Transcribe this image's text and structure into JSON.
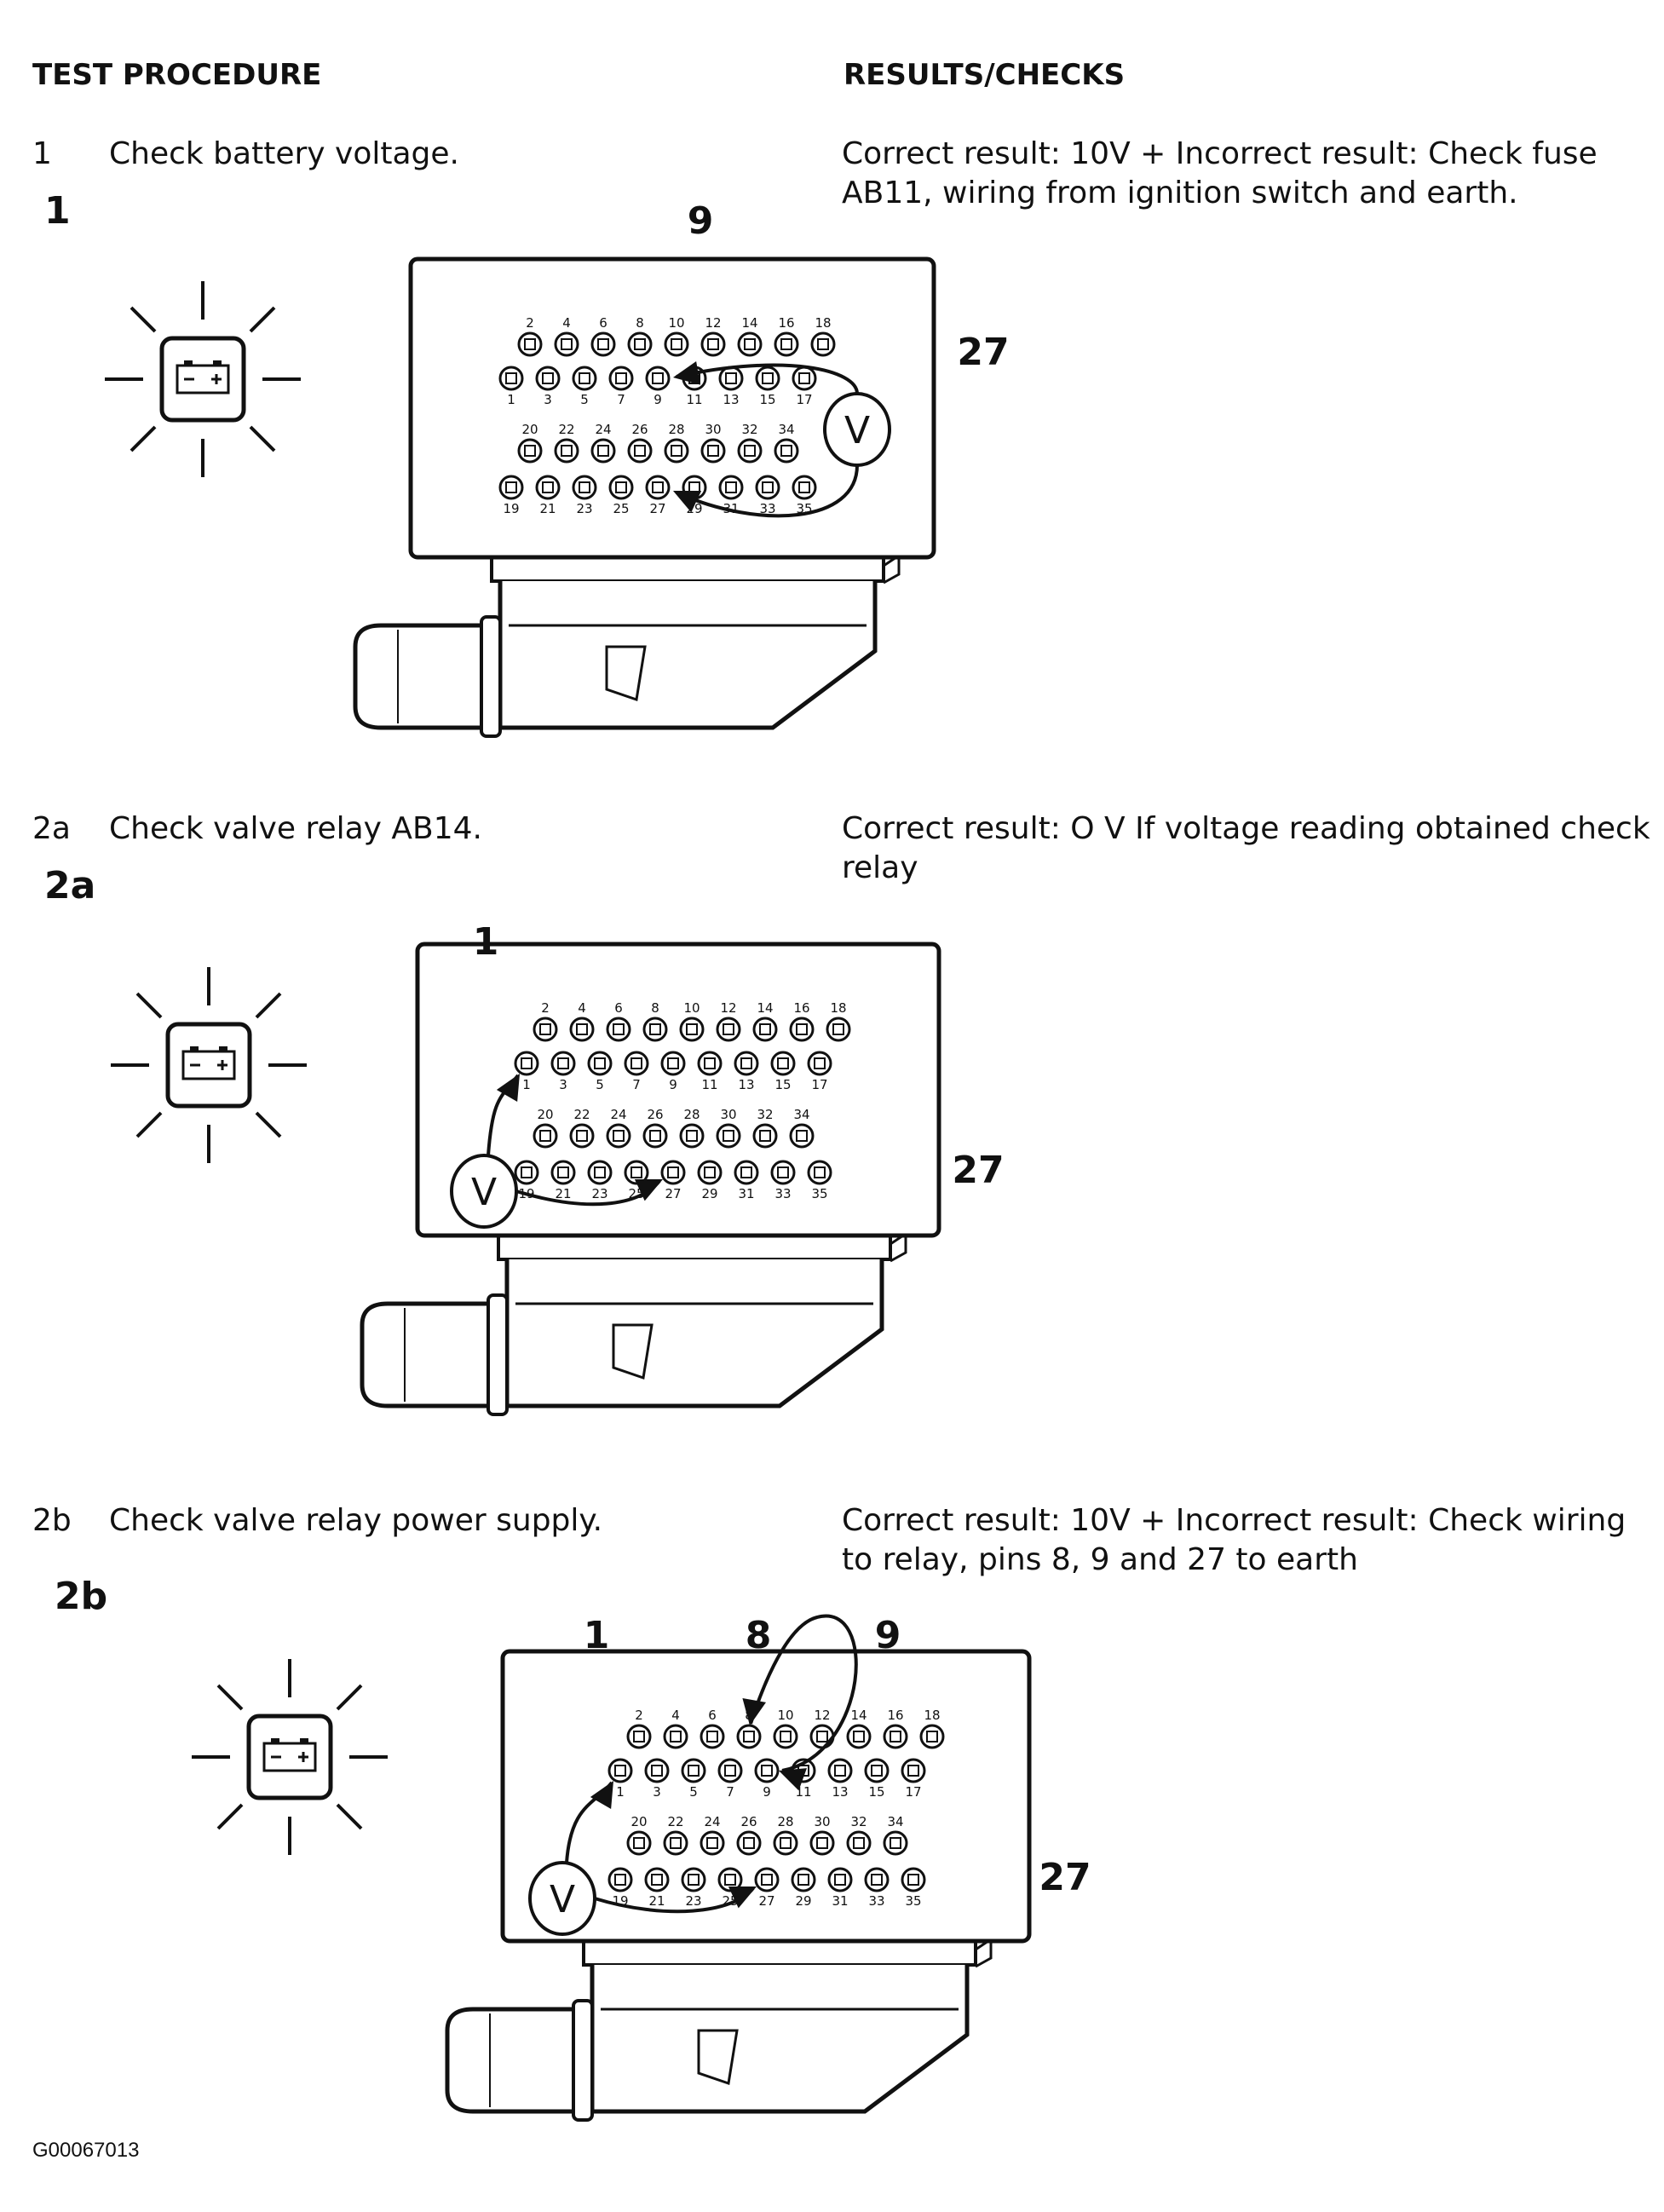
{
  "headers": {
    "left": "TEST PROCEDURE",
    "right": "RESULTS/CHECKS"
  },
  "steps": [
    {
      "num": "1",
      "text": "Check battery voltage.",
      "result": "Correct result: 10V + Incorrect result: Check fuse AB11, wiring from ignition switch and earth.",
      "label": "1",
      "top_pins": [
        "2",
        "4",
        "6",
        "8",
        "10",
        "12",
        "14",
        "16",
        "18"
      ],
      "row2_pins": [
        "1",
        "3",
        "5",
        "7",
        "9",
        "11",
        "13",
        "15",
        "17"
      ],
      "row3_pins": [
        "20",
        "22",
        "24",
        "26",
        "28",
        "30",
        "32",
        "34"
      ],
      "bottom_pins": [
        "19",
        "21",
        "23",
        "25",
        "27",
        "29",
        "31",
        "33",
        "35"
      ],
      "callouts": [
        "9",
        "27"
      ],
      "meter": "V"
    },
    {
      "num": "2a",
      "text": "Check valve relay AB14.",
      "result": "Correct result: O V If voltage reading obtained check relay",
      "label": "2a",
      "top_pins": [
        "2",
        "4",
        "6",
        "8",
        "10",
        "12",
        "14",
        "16",
        "18"
      ],
      "row2_pins": [
        "1",
        "3",
        "5",
        "7",
        "9",
        "11",
        "13",
        "15",
        "17"
      ],
      "row3_pins": [
        "20",
        "22",
        "24",
        "26",
        "28",
        "30",
        "32",
        "34"
      ],
      "bottom_pins": [
        "19",
        "21",
        "23",
        "25",
        "27",
        "29",
        "31",
        "33",
        "35"
      ],
      "callouts": [
        "1",
        "27"
      ],
      "meter": "V"
    },
    {
      "num": "2b",
      "text": "Check valve relay power supply.",
      "result": "Correct result: 10V + Incorrect result: Check wiring to relay, pins 8, 9 and 27 to earth",
      "label": "2b",
      "top_pins": [
        "2",
        "4",
        "6",
        "8",
        "10",
        "12",
        "14",
        "16",
        "18"
      ],
      "row2_pins": [
        "1",
        "3",
        "5",
        "7",
        "9",
        "11",
        "13",
        "15",
        "17"
      ],
      "row3_pins": [
        "20",
        "22",
        "24",
        "26",
        "28",
        "30",
        "32",
        "34"
      ],
      "bottom_pins": [
        "19",
        "21",
        "23",
        "25",
        "27",
        "29",
        "31",
        "33",
        "35"
      ],
      "callouts": [
        "1",
        "8",
        "9",
        "27"
      ],
      "meter": "V"
    }
  ],
  "footer_code": "G00067013"
}
